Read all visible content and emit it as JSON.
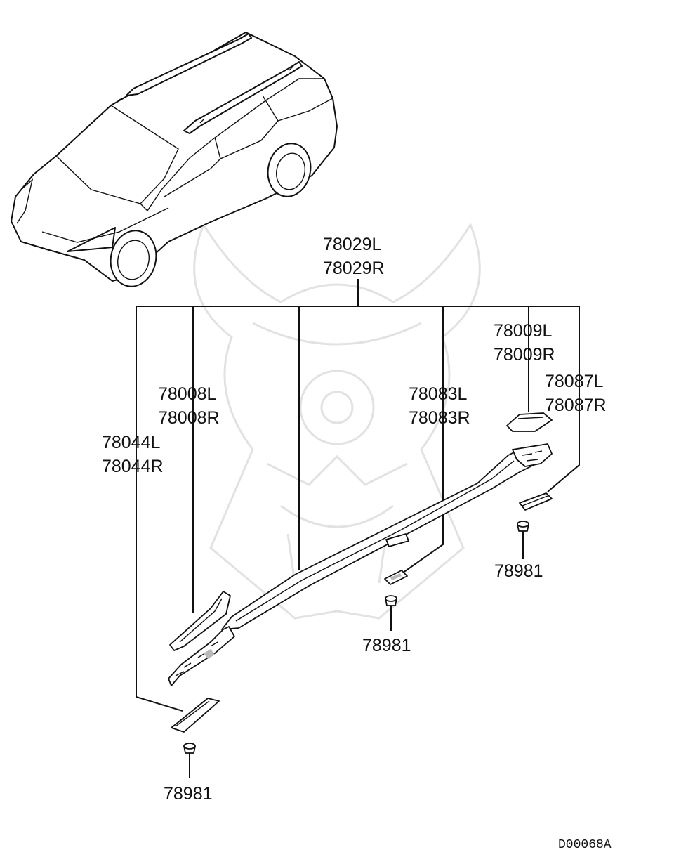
{
  "diagram": {
    "id_code": "D00068A",
    "labels": {
      "roof_rail_l": "78029L",
      "roof_rail_r": "78029R",
      "front_cover_l": "78008L",
      "front_cover_r": "78008R",
      "rear_cover_l": "78009L",
      "rear_cover_r": "78009R",
      "center_pad_l": "78083L",
      "center_pad_r": "78083R",
      "rear_pad_l": "78087L",
      "rear_pad_r": "78087R",
      "front_pad_l": "78044L",
      "front_pad_r": "78044R",
      "clip_front": "78981",
      "clip_center": "78981",
      "clip_rear": "78981"
    },
    "colors": {
      "line": "#111111",
      "background": "#ffffff",
      "watermark": "#e2e2e2"
    }
  }
}
